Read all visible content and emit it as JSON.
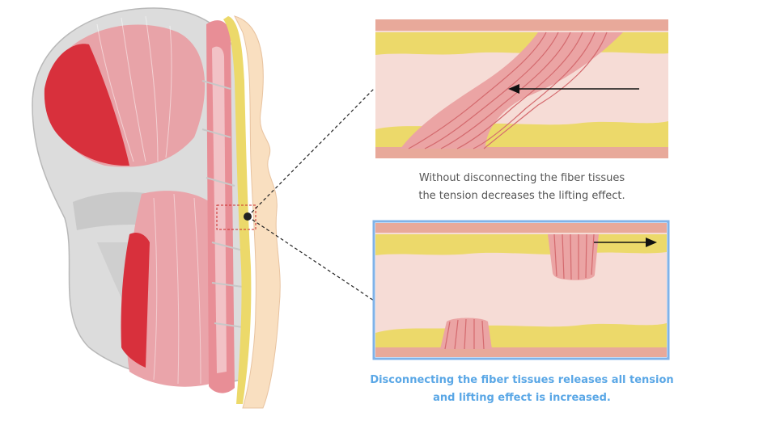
{
  "captions": {
    "without_disconnect": {
      "line1": "Without disconnecting the fiber tissues",
      "line2": "the tension decreases the lifting effect."
    },
    "with_disconnect": {
      "line1": "Disconnecting the fiber tissues releases all tension",
      "line2": "and lifting effect is increased."
    }
  },
  "colors": {
    "muscle_red": "#d8303c",
    "muscle_pink": "#eda0a6",
    "fat_yellow": "#ecd96a",
    "skin_pink": "#f6dcd6",
    "skin_band": "#e8a99a",
    "fiber_red": "#d46a6e",
    "bone_gray": "#d9d9d9",
    "highlight_blue": "#7fb2e8",
    "caption_blue": "#5aa7e6",
    "caption_gray": "#555555"
  },
  "icons": {
    "arrow_top": "arrow-left-icon",
    "arrow_bottom": "arrow-right-icon"
  }
}
